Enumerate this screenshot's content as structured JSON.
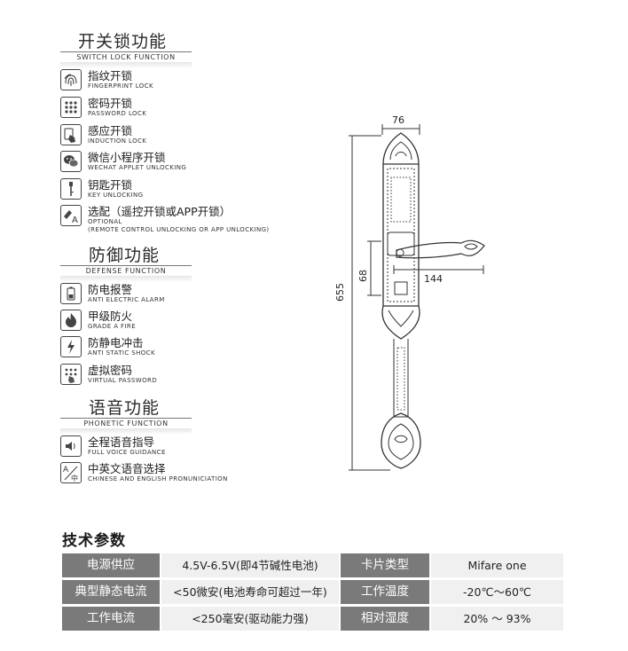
{
  "sections": {
    "switch": {
      "title": "开关锁功能",
      "subtitle": "SWITCH LOCK FUNCTION"
    },
    "defense": {
      "title": "防御功能",
      "subtitle": "DEFENSE FUNCTION"
    },
    "voice": {
      "title": "语音功能",
      "subtitle": "PHONETIC FUNCTION"
    }
  },
  "switch_items": [
    {
      "zh": "指纹开锁",
      "en": "FINGERPRINT LOCK",
      "icon": "fingerprint-icon"
    },
    {
      "zh": "密码开锁",
      "en": "PASSWORD LOCK",
      "icon": "keypad-icon"
    },
    {
      "zh": "感应开锁",
      "en": "INDUCTION LOCK",
      "icon": "card-touch-icon"
    },
    {
      "zh": "微信小程序开锁",
      "en": "WECHAT APPLET UNLOCKING",
      "icon": "wechat-icon"
    },
    {
      "zh": "钥匙开锁",
      "en": "KEY UNLOCKING",
      "icon": "key-icon"
    },
    {
      "zh": "选配（遥控开锁或APP开锁）",
      "en": "OPTIONAL",
      "en2": "(REMOTE CONTROL UNLOCKING OR APP UNLOCKING)",
      "icon": "remote-app-icon"
    }
  ],
  "defense_items": [
    {
      "zh": "防电报警",
      "en": "ANTI ELECTRIC ALARM",
      "icon": "battery-icon"
    },
    {
      "zh": "甲级防火",
      "en": "GRADE A FIRE",
      "icon": "fire-icon"
    },
    {
      "zh": "防静电冲击",
      "en": "ANTI STATIC SHOCK",
      "icon": "static-icon"
    },
    {
      "zh": "虚拟密码",
      "en": "VIRTUAL PASSWORD",
      "icon": "virtual-keypad-icon"
    }
  ],
  "voice_items": [
    {
      "zh": "全程语音指导",
      "en": "FULL VOICE GUIDANCE",
      "icon": "speaker-icon"
    },
    {
      "zh": "中英文语音选择",
      "en": "CHINESE AND ENGLISH PRONUNICIATION",
      "icon": "language-icon"
    }
  ],
  "dimensions": {
    "width": "76",
    "height": "655",
    "handle": "144",
    "handle_height": "68"
  },
  "tech": {
    "title": "技术参数",
    "rows": [
      {
        "k1": "电源供应",
        "v1": "4.5V-6.5V(即4节碱性电池)",
        "k2": "卡片类型",
        "v2": "Mifare one"
      },
      {
        "k1": "典型静态电流",
        "v1": "<50微安(电池寿命可超过一年)",
        "k2": "工作温度",
        "v2": "-20℃～60℃"
      },
      {
        "k1": "工作电流",
        "v1": "<250毫安(驱动能力强)",
        "k2": "相对湿度",
        "v2": "20% ～ 93%"
      }
    ]
  }
}
